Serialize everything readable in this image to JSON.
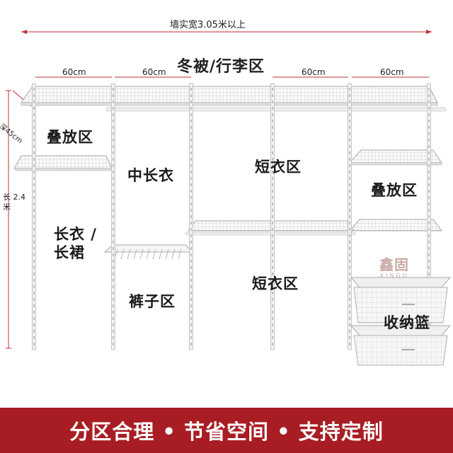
{
  "diagram": {
    "wall_width_label": "墙实宽3.05米以上",
    "top_zone_label": "冬被/行李区",
    "section_widths": [
      "60cm",
      "60cm",
      "60cm",
      "60cm"
    ],
    "depth_label": "深45cm",
    "height_label": "长 2.4米",
    "zones": {
      "fold_left": "叠放区",
      "mid_long": "中长衣",
      "short_top": "短衣区",
      "fold_right": "叠放区",
      "long_dress": "长衣 /长裙",
      "pants": "裤子区",
      "short_bottom": "短衣区",
      "basket": "收纳篮"
    },
    "colors": {
      "dimension_line": "#c0303a",
      "rail": "#bbbbbb",
      "shelf": "#d4d4d4",
      "banner": "#a81d23"
    }
  },
  "watermark": {
    "mark": "鑫固",
    "sub": "XINGU"
  },
  "banner": {
    "text": "分区合理 • 节省空间 • 支持定制"
  }
}
